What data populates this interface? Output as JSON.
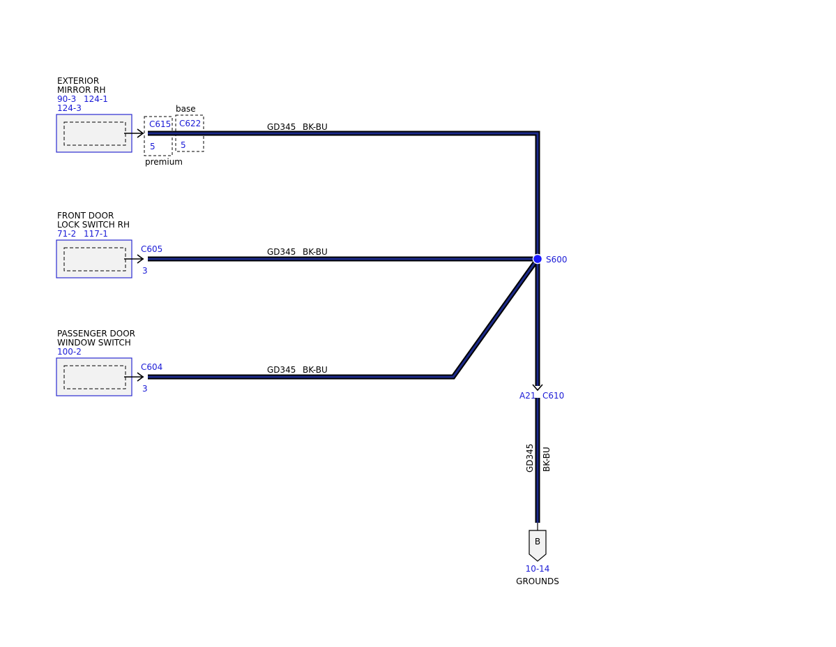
{
  "components": [
    {
      "id": "mirror",
      "name_lines": [
        "EXTERIOR",
        "MIRROR RH"
      ],
      "refs_line1": [
        "90-3",
        "124-1"
      ],
      "refs_line2": [
        "124-3"
      ]
    },
    {
      "id": "lock",
      "name_lines": [
        "FRONT DOOR",
        "LOCK SWITCH RH"
      ],
      "refs_line1": [
        "71-2",
        "117-1"
      ]
    },
    {
      "id": "window",
      "name_lines": [
        "PASSENGER DOOR",
        "WINDOW SWITCH"
      ],
      "refs_line1": [
        "100-2"
      ]
    }
  ],
  "connectors": {
    "c615": {
      "name": "C615",
      "pin": "5",
      "variant": "premium"
    },
    "c622": {
      "name": "C622",
      "pin": "5",
      "variant": "base"
    },
    "c605": {
      "name": "C605",
      "pin": "3"
    },
    "c604": {
      "name": "C604",
      "pin": "3"
    },
    "c610": {
      "name": "C610",
      "pin": "A21"
    }
  },
  "wires": [
    {
      "circuit": "GD345",
      "color": "BK-BU"
    },
    {
      "circuit": "GD345",
      "color": "BK-BU"
    },
    {
      "circuit": "GD345",
      "color": "BK-BU"
    },
    {
      "circuit": "GD345",
      "color": "BK-BU"
    }
  ],
  "splice": {
    "name": "S600"
  },
  "ground": {
    "letter": "B",
    "ref": "10-14",
    "label": "GROUNDS"
  },
  "colors": {
    "wire": "#1c2a8a",
    "reference": "#1a1ad6",
    "splice": "#1a1aff"
  }
}
